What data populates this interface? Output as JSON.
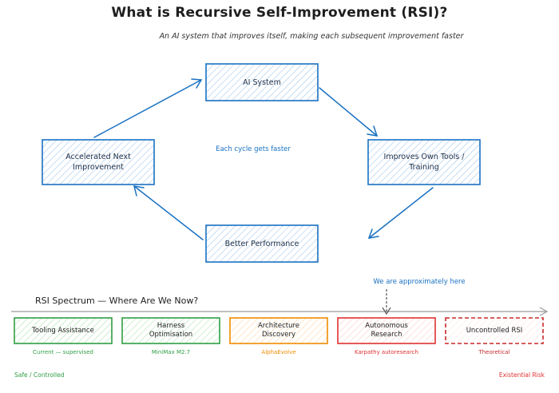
{
  "title": "What is Recursive Self-Improvement (RSI)?",
  "subtitle": "An AI system that improves itself, making each subsequent improvement faster",
  "cycle": {
    "nodes": [
      {
        "id": "ai-system",
        "label": "AI System"
      },
      {
        "id": "improves-own",
        "label": "Improves Own Tools / Training"
      },
      {
        "id": "better-performance",
        "label": "Better Performance"
      },
      {
        "id": "accelerated-next",
        "label": "Accelerated Next Improvement"
      }
    ],
    "center_note": "Each cycle gets faster",
    "box_color": "#1971c2"
  },
  "spectrum": {
    "title": "RSI Spectrum — Where Are We Now?",
    "marker_label": "We are approximately here",
    "stages": [
      {
        "label": "Tooling Assistance",
        "caption": "Current — supervised",
        "color": "#2f9e44"
      },
      {
        "label": "Harness Optimisation",
        "caption": "MiniMax M2.7",
        "color": "#2f9e44"
      },
      {
        "label": "Architecture Discovery",
        "caption": "AlphaEvolve",
        "color": "#f08c00"
      },
      {
        "label": "Autonomous Research",
        "caption": "Karpathy autoresearch",
        "color": "#e03131"
      },
      {
        "label": "Uncontrolled RSI",
        "caption": "Theoretical",
        "color": "#c92a2a"
      }
    ],
    "left_end": "Safe / Controlled",
    "right_end": "Existential Risk"
  }
}
